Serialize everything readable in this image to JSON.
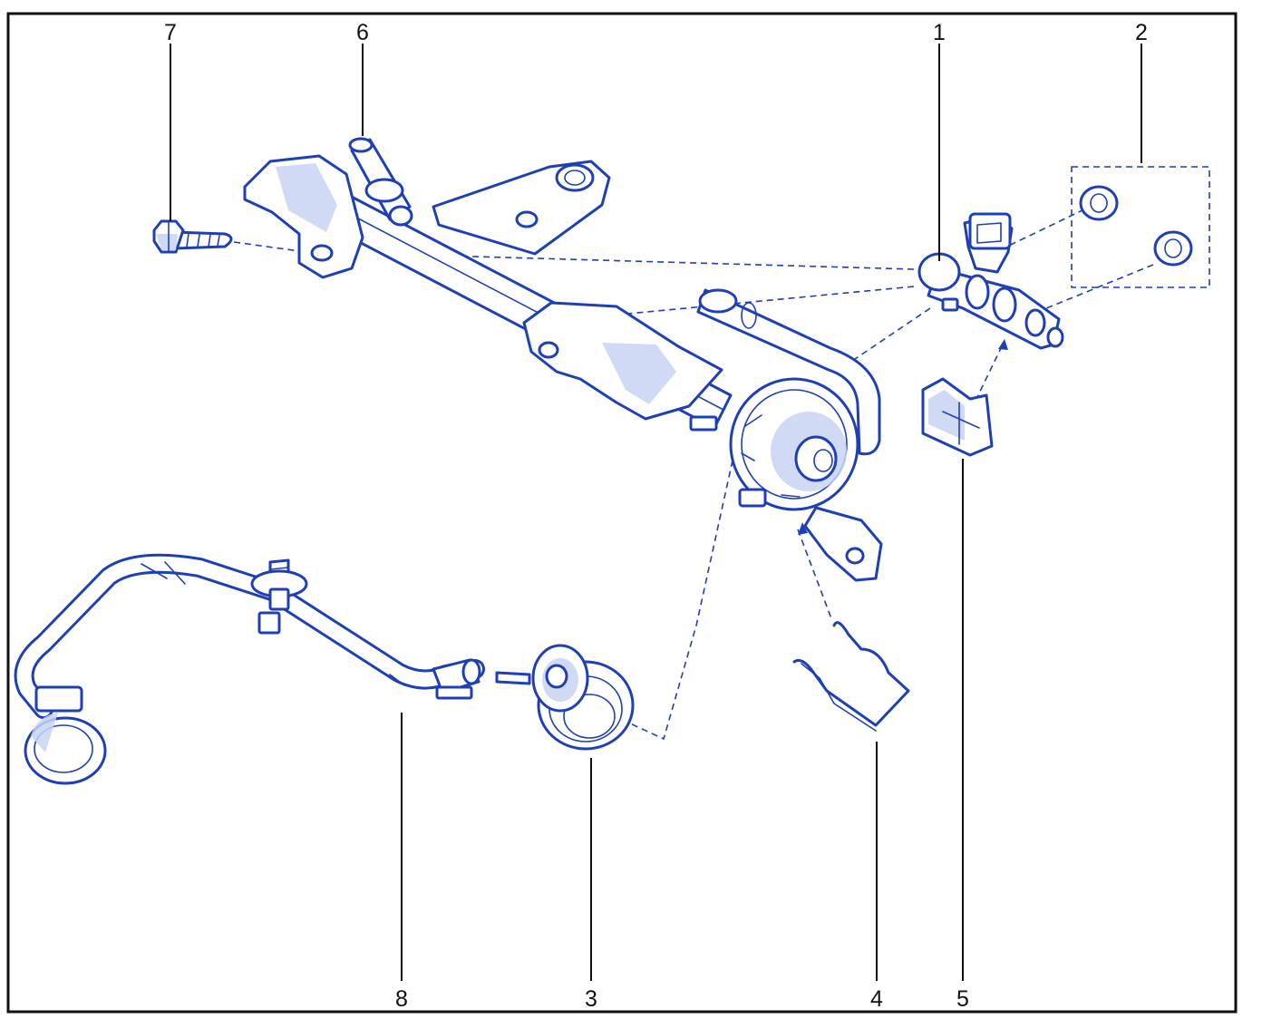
{
  "callouts": {
    "c1": "1",
    "c2": "2",
    "c3": "3",
    "c4": "4",
    "c5": "5",
    "c6": "6",
    "c7": "7",
    "c8": "8"
  },
  "colors": {
    "line_art": "#1f3fb5",
    "shading": "#c9d3f3",
    "frame": "#111111",
    "background": "#ffffff"
  }
}
